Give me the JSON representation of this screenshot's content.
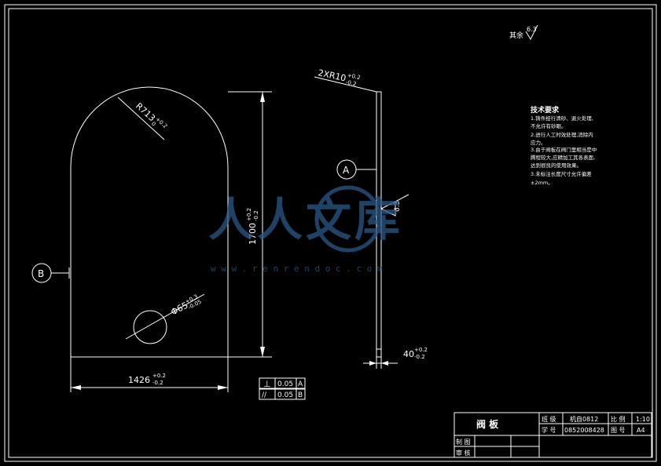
{
  "drawing": {
    "surface_roughness_note": "其余",
    "surface_roughness_value": "6.3",
    "surface_roughness_local": "6.3",
    "radius_label": "R713",
    "radius_tol_top": "+0.2",
    "radius_tol_bottom": "0",
    "hole_dia_label": "Φ65",
    "hole_tol_top": "+0.3",
    "hole_tol_bottom": "-0.05",
    "height_label": "1700",
    "height_tol_top": "+0.2",
    "height_tol_bottom": "-0.2",
    "width_label": "1426",
    "width_tol_top": "+0.2",
    "width_tol_bottom": "-0.2",
    "edge_radius_label": "2XR10",
    "edge_radius_tol_top": "+0.2",
    "edge_radius_tol_bottom": "-0.2",
    "thickness_label": "40",
    "thickness_tol_top": "+0.2",
    "thickness_tol_bottom": "-0.2",
    "datum_a": "A",
    "datum_b": "B"
  },
  "tolerance_frames": [
    {
      "symbol": "⊥",
      "value": "0.05",
      "datum": "A"
    },
    {
      "symbol": "//",
      "value": "0.05",
      "datum": "B"
    }
  ],
  "tech_requirements": {
    "title": "技术要求",
    "lines": [
      "1.铸件经行清砂、退火处理,",
      "不允许有砂眼。",
      "2.进行人工时效处理,消除内",
      "应力。",
      "3.由于阀板在阀门里相当是中",
      "腾程较大,应精加工其各表面,",
      "达到很良的使用效果。",
      "3.未标注长度尺寸允许偏差",
      "±2mm。"
    ]
  },
  "watermark": {
    "text": "人人文库",
    "url": "w w w . r e n r e n d o c . c o m"
  },
  "title_block": {
    "part_name": "阀 板",
    "class_label": "班 级",
    "class_value": "机自0812",
    "scale_label": "比 例",
    "scale_value": "1:10",
    "student_label": "学 号",
    "student_value": "0852008428",
    "sheet_label": "图 号",
    "sheet_value": "A4",
    "drawn_label": "制 图",
    "check_label": "审 核"
  }
}
